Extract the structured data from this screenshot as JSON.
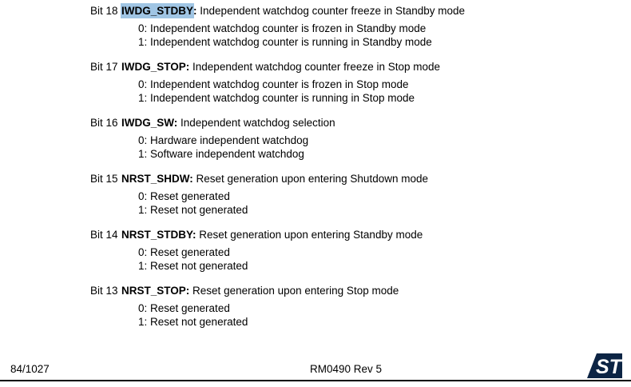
{
  "punct": {
    "colon": ":"
  },
  "colors": {
    "highlight": "#a0c5e4",
    "logo_navy": "#0c2444"
  },
  "bits": [
    {
      "label": "Bit 18",
      "name": "IWDG_STDBY",
      "highlighted": true,
      "description": "Independent watchdog counter freeze in Standby mode",
      "values": [
        "0: Independent watchdog counter is frozen in Standby mode",
        "1: Independent watchdog counter is running in Standby mode"
      ]
    },
    {
      "label": "Bit 17",
      "name": "IWDG_STOP",
      "highlighted": false,
      "description": "Independent watchdog counter freeze in Stop mode",
      "values": [
        "0: Independent watchdog counter is frozen in Stop mode",
        "1: Independent watchdog counter is running in Stop mode"
      ]
    },
    {
      "label": "Bit 16",
      "name": "IWDG_SW",
      "highlighted": false,
      "description": "Independent watchdog selection",
      "values": [
        "0: Hardware independent watchdog",
        "1: Software independent watchdog"
      ]
    },
    {
      "label": "Bit 15",
      "name": "NRST_SHDW",
      "highlighted": false,
      "description": "Reset generation upon entering Shutdown mode",
      "values": [
        "0: Reset generated",
        "1: Reset not generated"
      ]
    },
    {
      "label": "Bit 14",
      "name": "NRST_STDBY",
      "highlighted": false,
      "description": "Reset generation upon entering Standby mode",
      "values": [
        "0: Reset generated",
        "1: Reset not generated"
      ]
    },
    {
      "label": "Bit 13",
      "name": "NRST_STOP",
      "highlighted": false,
      "description": "Reset generation upon entering Stop mode",
      "values": [
        "0: Reset generated",
        "1: Reset not generated"
      ]
    }
  ],
  "footer": {
    "page_number": "84/1027",
    "doc_ref": "RM0490 Rev 5",
    "logo": "st-microelectronics-logo",
    "logo_text": "ST"
  }
}
